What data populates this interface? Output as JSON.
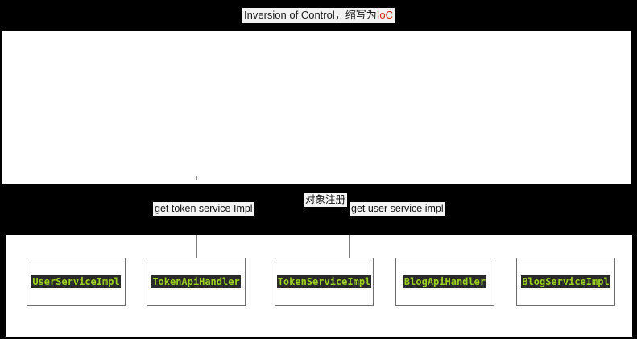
{
  "title": {
    "prefix": "Inversion of Control，缩写为",
    "accent": "IoC",
    "accent_color": "#e02418"
  },
  "diagram": {
    "upper_canvas": {
      "name": "upper-blank-canvas",
      "content": ""
    },
    "band_labels": [
      {
        "id": "get-token-service-impl",
        "text": "get token service Impl"
      },
      {
        "id": "object-registration",
        "text": "对象注册"
      },
      {
        "id": "get-user-service-impl",
        "text": "get user service impl"
      }
    ],
    "class_boxes": [
      {
        "id": "user-service-impl",
        "label": "UserServiceImpl"
      },
      {
        "id": "token-api-handler",
        "label": "TokenApiHandler"
      },
      {
        "id": "token-service-impl",
        "label": "TokenServiceImpl"
      },
      {
        "id": "blog-api-handler",
        "label": "BlogApiHandler"
      },
      {
        "id": "blog-service-impl",
        "label": "BlogServiceImpl"
      }
    ],
    "connectors": [
      {
        "id": "connector-token-api-handler",
        "from": "band",
        "to": "token-api-handler"
      },
      {
        "id": "connector-token-service-impl",
        "from": "band",
        "to": "token-service-impl"
      }
    ],
    "colors": {
      "class_text": "#9ad21e",
      "class_text_background": "#2a2a2a",
      "box_border": "#6f6f6f",
      "connector": "#7d7d7d",
      "band_background": "#000000",
      "panel_background": "#ffffff"
    }
  }
}
